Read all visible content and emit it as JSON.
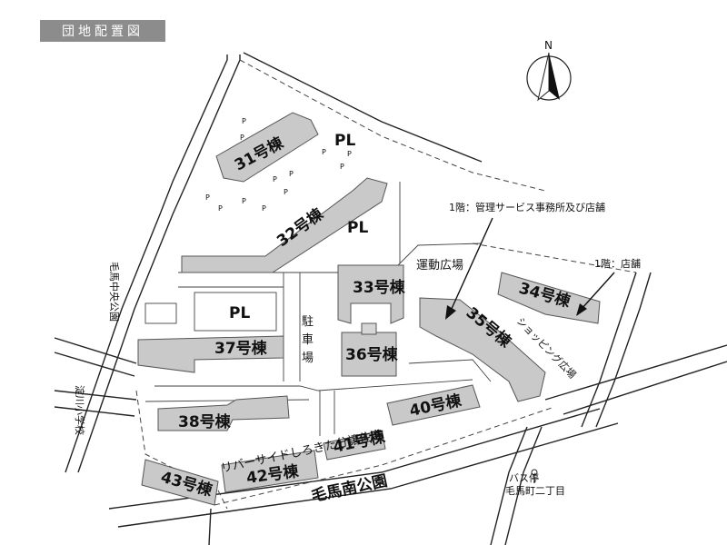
{
  "title": "団地配置図",
  "compass": {
    "label": "N"
  },
  "buildings": {
    "b31": "31号棟",
    "b32": "32号棟",
    "b33": "33号棟",
    "b34": "34号棟",
    "b35": "35号棟",
    "b36": "36号棟",
    "b37": "37号棟",
    "b38": "38号棟",
    "b40": "40号棟",
    "b41": "41号棟",
    "b42": "42号棟",
    "b43": "43号棟"
  },
  "playlots": {
    "pl1": "PL",
    "pl2": "PL",
    "pl3": "PL"
  },
  "parking_mark": "P",
  "areas": {
    "sports": "運動広場",
    "parking_lot": "駐車場",
    "shopping": "ショッピング広場",
    "riverside": "リバーサイドしろきた分譲住宅",
    "park_south": "毛馬南公園",
    "park_central": "毛馬中央公園",
    "school": "淀川小学校"
  },
  "callouts": {
    "office": "1階：管理サービス事務所及び店舗",
    "shop": "1階：店舗"
  },
  "bus_stop": {
    "line1": "バス停",
    "line2": "毛馬町二丁目"
  }
}
